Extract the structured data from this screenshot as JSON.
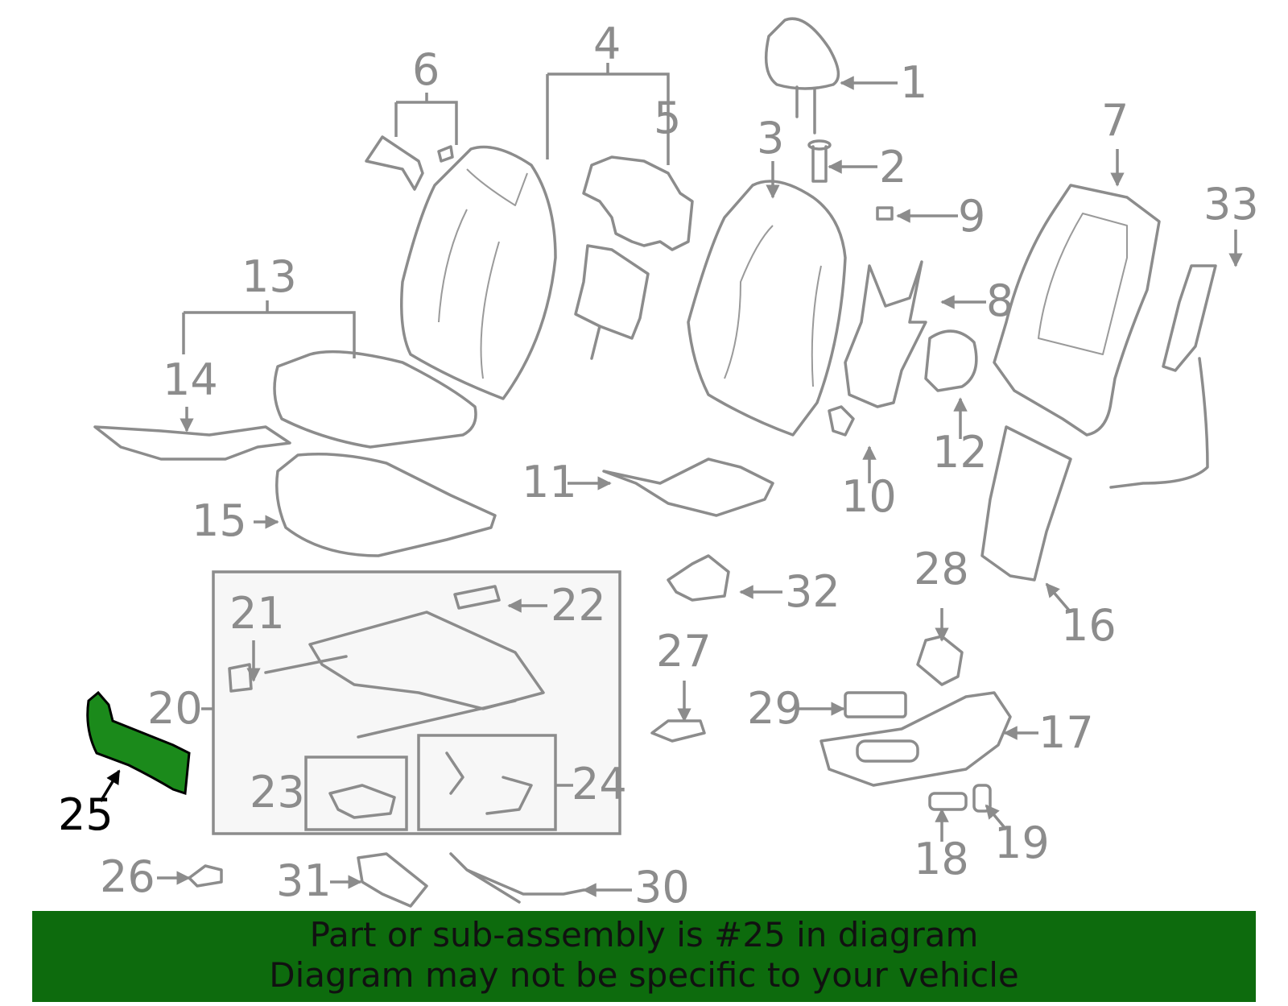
{
  "callouts": [
    "1",
    "2",
    "3",
    "4",
    "5",
    "6",
    "7",
    "8",
    "9",
    "10",
    "11",
    "12",
    "13",
    "14",
    "15",
    "16",
    "17",
    "18",
    "19",
    "20",
    "21",
    "22",
    "23",
    "24",
    "25",
    "26",
    "27",
    "28",
    "29",
    "30",
    "31",
    "32",
    "33"
  ],
  "highlight": {
    "part": "25",
    "color": "#1b8a1b"
  },
  "banner": {
    "line1": "Part or sub-assembly is #25 in diagram",
    "line2": "Diagram may not be specific to your vehicle",
    "background": "#0d6b0d"
  }
}
